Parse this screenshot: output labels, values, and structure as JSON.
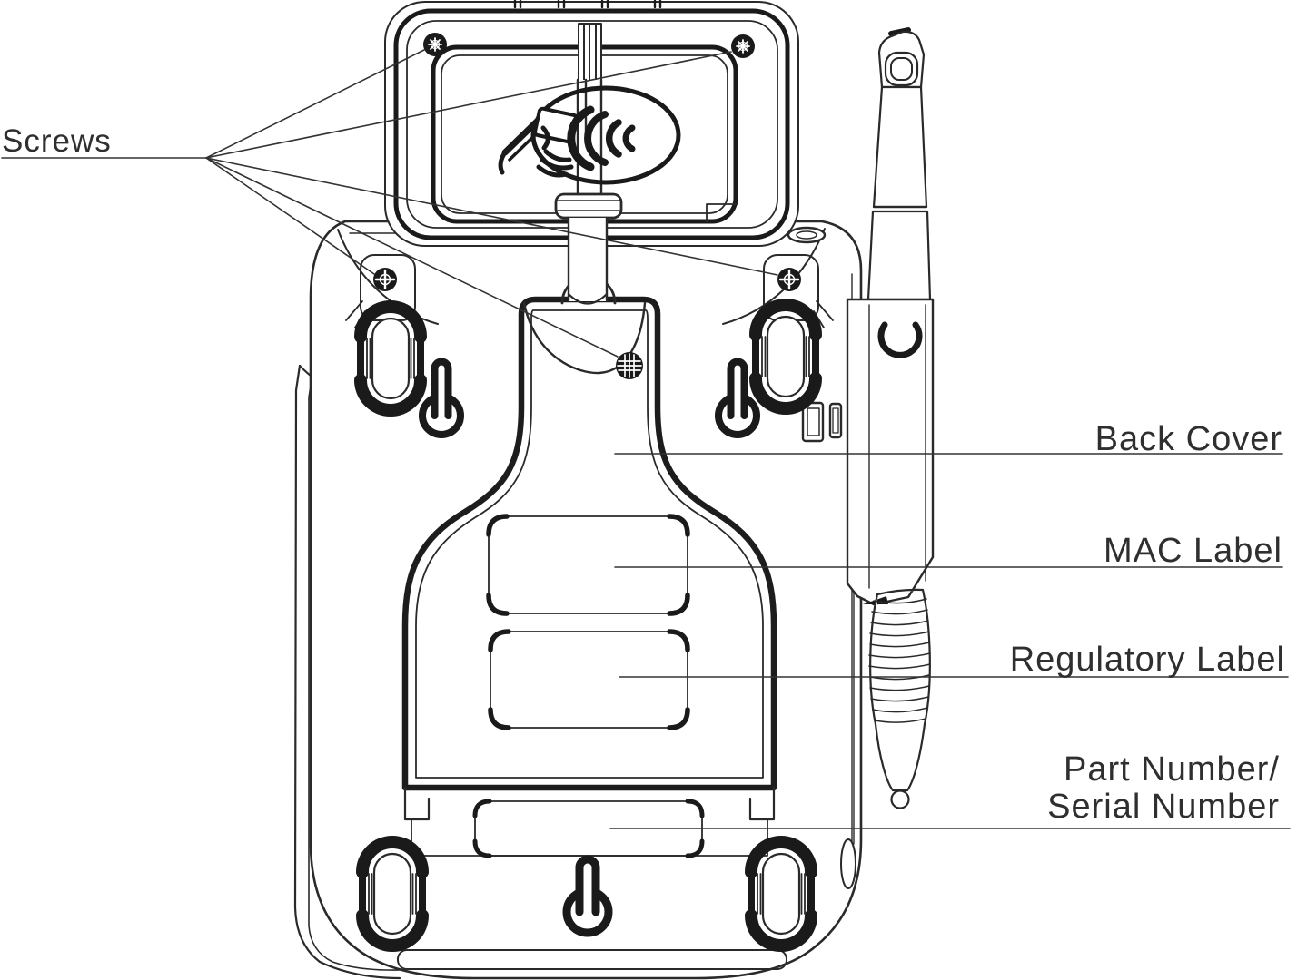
{
  "diagram": {
    "type": "technical-line-drawing",
    "subject": "payment-terminal-back-view",
    "colors": {
      "background": "#ffffff",
      "line": "#2a2a2a",
      "bold_line": "#1a1a1a"
    },
    "callouts": {
      "screws": "Screws",
      "back_cover": "Back Cover",
      "mac_label": "MAC Label",
      "regulatory_label": "Regulatory Label",
      "part_serial_line1": "Part Number/",
      "part_serial_line2": "Serial Number"
    },
    "icons": [
      "contactless-payment-icon",
      "screw-crosshair-icon",
      "keyhole-slot-icon",
      "stylus-icon"
    ],
    "screw_count": 5
  }
}
